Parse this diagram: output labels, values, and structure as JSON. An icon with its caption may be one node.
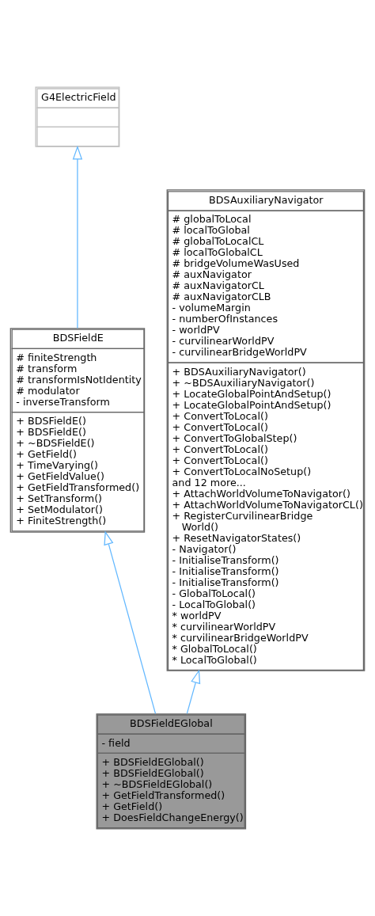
{
  "diagram": {
    "nodes": [
      {
        "text": [
          "G4ElectricField"
        ]
      },
      {
        "text": [
          "BDSFieldE",
          "# finiteStrength",
          "# transform",
          "# transformIsNotIdentity",
          "# modulator",
          "- inverseTransform",
          "+ BDSFieldE()",
          "+ BDSFieldE()",
          "+ ~BDSFieldE()",
          "+ GetField()",
          "+ TimeVarying()",
          "+ GetFieldValue()",
          "+ GetFieldTransformed()",
          "+ SetTransform()",
          "+ SetModulator()",
          "+ FiniteStrength()"
        ]
      },
      {
        "text": [
          "BDSAuxiliaryNavigator",
          "# globalToLocal",
          "# localToGlobal",
          "# globalToLocalCL",
          "# localToGlobalCL",
          "# bridgeVolumeWasUsed",
          "# auxNavigator",
          "# auxNavigatorCL",
          "# auxNavigatorCLB",
          "- volumeMargin",
          "- numberOfInstances",
          "- worldPV",
          "- curvilinearWorldPV",
          "- curvilinearBridgeWorldPV",
          "+ BDSAuxiliaryNavigator()",
          "+ ~BDSAuxiliaryNavigator()",
          "+ LocateGlobalPointAndSetup()",
          "+ LocateGlobalPointAndSetup()",
          "+ ConvertToLocal()",
          "+ ConvertToLocal()",
          "+ ConvertToGlobalStep()",
          "+ ConvertToLocal()",
          "+ ConvertToLocal()",
          "+ ConvertToLocalNoSetup()",
          "and 12 more...",
          "+ AttachWorldVolumeToNavigator()",
          "+ AttachWorldVolumeToNavigatorCL()",
          "+ RegisterCurvilinearBridge World()",
          "+ ResetNavigatorStates()",
          "- Navigator()",
          "- InitialiseTransform()",
          "- InitialiseTransform()",
          "- InitialiseTransform()",
          "- GlobalToLocal()",
          "- LocalToGlobal()",
          "* worldPV",
          "* curvilinearWorldPV",
          "* curvilinearBridgeWorldPV",
          "* GlobalToLocal()",
          "* LocalToGlobal()"
        ]
      },
      {
        "text": [
          "BDSFieldEGlobal",
          "- field",
          "+ BDSFieldEGlobal()",
          "+ BDSFieldEGlobal()",
          "+ ~BDSFieldEGlobal()",
          "+ GetFieldTransformed()",
          "+ GetField()",
          "+ DoesFieldChangeEnergy()"
        ]
      }
    ],
    "edges": [
      {
        "from": 1,
        "to": 0,
        "arrow": "to"
      },
      {
        "from": 3,
        "to": 1,
        "arrow": "to"
      },
      {
        "from": 3,
        "to": 2,
        "arrow": "to"
      }
    ]
  }
}
